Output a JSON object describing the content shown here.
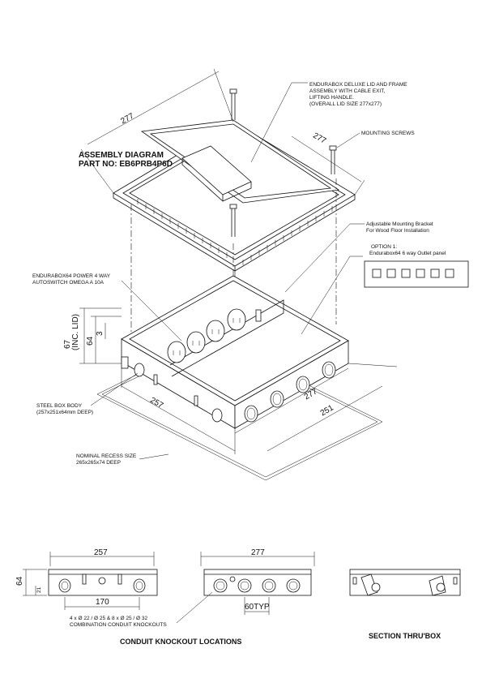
{
  "header": {
    "title": "ASSEMBLY DIAGRAM",
    "part_no": "PART NO: EB6PRB4P6D"
  },
  "callouts": {
    "lid_1": "ENDURABOX DELUXE LID AND FRAME",
    "lid_2": "ASSEMBLY WITH CABLE EXIT,",
    "lid_3": "LIFTING HANDLE.",
    "lid_4": "(OVERALL LID SIZE 277x277)",
    "screws": "MOUNTING SCREWS",
    "bracket_1": "Adjustable Mounting Bracket",
    "bracket_2": "For Wood Floor Installation",
    "option_1": "OPTION 1:",
    "option_2": "Endurabox64 6 way Outlet panel",
    "power_1": "ENDURABOX64 POWER 4 WAY",
    "power_2": "AUTOSWITCH OMEGA A 10A",
    "steel_1": "STEEL BOX BODY",
    "steel_2": "(257x251x64mm DEEP)",
    "recess_1": "NOMINAL RECESS SIZE",
    "recess_2": "265x265x74 DEEP"
  },
  "dimensions": {
    "lid_w": "277",
    "lid_d": "277",
    "box_h_total": "67",
    "inc_lid": "(INC. LID)",
    "box_h": "64",
    "lid_h": "3",
    "box_w": "257",
    "box_d": "251",
    "box_d2": "277"
  },
  "bottom": {
    "left_w": "257",
    "left_h": "64",
    "left_h2": "21",
    "left_c": "170",
    "mid_w": "277",
    "typ": "60TYP",
    "knock_1": "4 x Ø 22 / Ø 25 & 8 x Ø 25 / Ø 32",
    "knock_2": "COMBINATION CONDUIT KNOCKOUTS",
    "caption_left": "CONDUIT KNOCKOUT LOCATIONS",
    "caption_right": "SECTION THRU'BOX"
  }
}
